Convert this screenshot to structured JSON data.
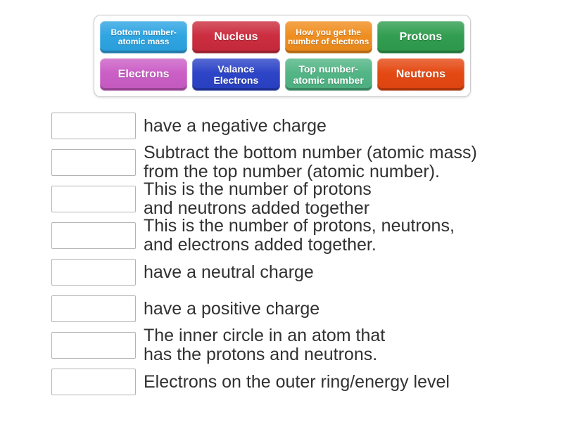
{
  "tile_bank": {
    "tiles": [
      {
        "label": "Bottom number-atomic mass",
        "color": "#2BA3E1"
      },
      {
        "label": "Nucleus",
        "color": "#CA2A3C"
      },
      {
        "label": "How you get the number of electrons",
        "color": "#EF8C1C"
      },
      {
        "label": "Protons",
        "color": "#2E9C4D"
      },
      {
        "label": "Electrons",
        "color": "#CA5CC5"
      },
      {
        "label": "Valance Electrons",
        "color": "#2941C6"
      },
      {
        "label": "Top number-atomic number",
        "color": "#4FB483"
      },
      {
        "label": "Neutrons",
        "color": "#E4460F"
      }
    ]
  },
  "match_list": {
    "items": [
      {
        "lines": [
          "have a negative charge"
        ]
      },
      {
        "lines": [
          "Subtract the bottom number (atomic mass)",
          "from the top number (atomic number)."
        ]
      },
      {
        "lines": [
          "This is the number of protons",
          "and neutrons added together"
        ]
      },
      {
        "lines": [
          "This is the number of protons, neutrons,",
          "and electrons added together."
        ]
      },
      {
        "lines": [
          "have a neutral charge"
        ]
      },
      {
        "lines": [
          "have a positive charge"
        ]
      },
      {
        "lines": [
          "The inner circle in an atom that",
          "has the protons and neutrons."
        ]
      },
      {
        "lines": [
          "Electrons on the outer ring/energy level"
        ]
      }
    ]
  }
}
